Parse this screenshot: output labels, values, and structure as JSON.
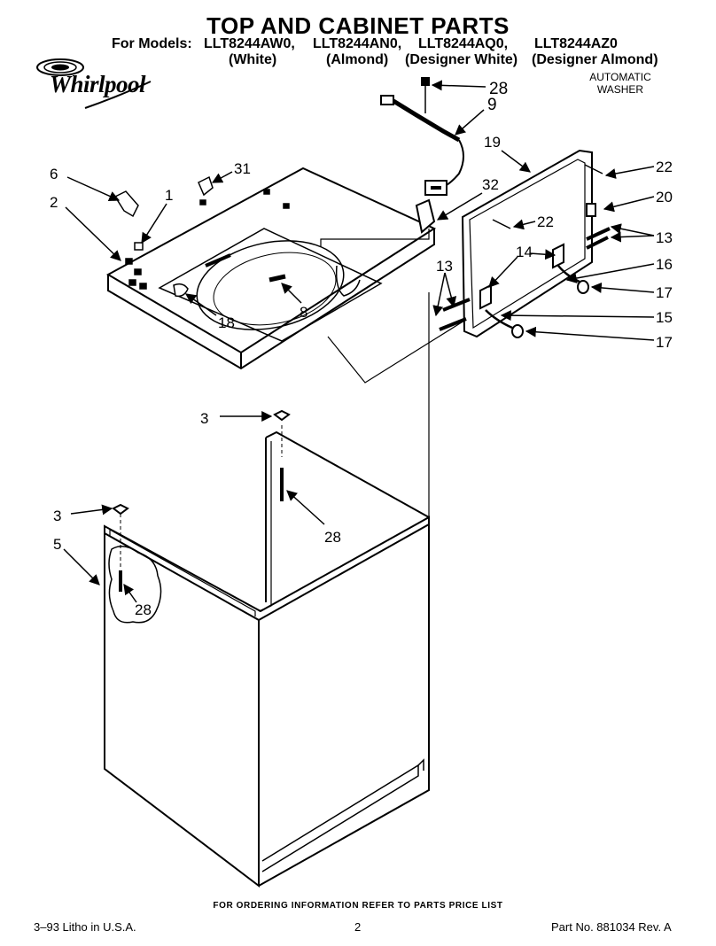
{
  "header": {
    "title": "TOP AND CABINET PARTS",
    "models_label": "For Models:",
    "models": [
      {
        "code": "LLT8244AW0,",
        "variant": "(White)"
      },
      {
        "code": "LLT8244AN0,",
        "variant": "(Almond)"
      },
      {
        "code": "LLT8244AQ0,",
        "variant": "(Designer White)"
      },
      {
        "code": "LLT8244AZ0",
        "variant": "(Designer Almond)"
      }
    ],
    "brand": "Whirlpool",
    "product_type_line1": "AUTOMATIC",
    "product_type_line2": "WASHER"
  },
  "callouts": {
    "c28_top": "28",
    "c9": "9",
    "c19": "19",
    "c22_a": "22",
    "c20": "20",
    "c22_b": "22",
    "c13_a": "13",
    "c14": "14",
    "c16": "16",
    "c13_b": "13",
    "c17_a": "17",
    "c15": "15",
    "c17_b": "17",
    "c6": "6",
    "c31": "31",
    "c1": "1",
    "c2": "2",
    "c32": "32",
    "c8": "8",
    "c18": "18",
    "c3_a": "3",
    "c28_mid": "28",
    "c3_b": "3",
    "c5": "5",
    "c28_low": "28"
  },
  "footer": {
    "order_note": "FOR ORDERING INFORMATION REFER TO PARTS PRICE LIST",
    "litho": "3–93 Litho in U.S.A.",
    "page_number": "2",
    "part_number": "Part No. 881034  Rev. A"
  }
}
